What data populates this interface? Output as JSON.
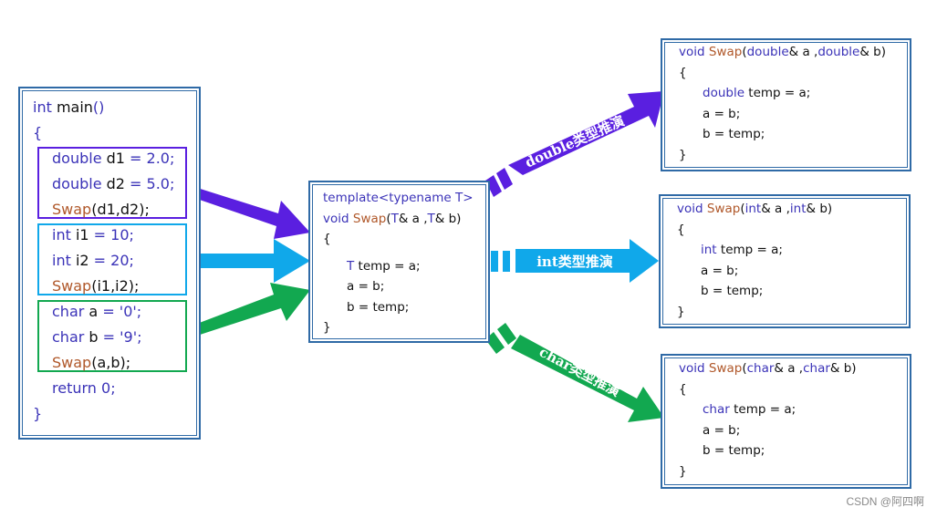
{
  "main_box": {
    "lines": [
      [
        {
          "t": "int",
          "c": "kw"
        },
        {
          "t": " main",
          "c": "tx"
        },
        {
          "t": "()",
          "c": "kw"
        }
      ],
      [
        {
          "t": "{",
          "c": "kw"
        }
      ],
      [
        {
          "t": "double",
          "c": "kw"
        },
        {
          "t": " d1 ",
          "c": "tx"
        },
        {
          "t": "= 2.0;",
          "c": "kw"
        }
      ],
      [
        {
          "t": "double",
          "c": "kw"
        },
        {
          "t": " d2 ",
          "c": "tx"
        },
        {
          "t": "= 5.0;",
          "c": "kw"
        }
      ],
      [
        {
          "t": "Swap",
          "c": "fn"
        },
        {
          "t": "(d1,d2);",
          "c": "tx"
        }
      ],
      [
        {
          "t": "int",
          "c": "kw"
        },
        {
          "t": " i1 ",
          "c": "tx"
        },
        {
          "t": "= 10;",
          "c": "kw"
        }
      ],
      [
        {
          "t": "int",
          "c": "kw"
        },
        {
          "t": " i2 ",
          "c": "tx"
        },
        {
          "t": "= 20;",
          "c": "kw"
        }
      ],
      [
        {
          "t": "Swap",
          "c": "fn"
        },
        {
          "t": "(i1,i2);",
          "c": "tx"
        }
      ],
      [
        {
          "t": "char",
          "c": "kw"
        },
        {
          "t": " a ",
          "c": "tx"
        },
        {
          "t": "= '0';",
          "c": "kw"
        }
      ],
      [
        {
          "t": "char",
          "c": "kw"
        },
        {
          "t": " b ",
          "c": "tx"
        },
        {
          "t": "= '9';",
          "c": "kw"
        }
      ],
      [
        {
          "t": "Swap",
          "c": "fn"
        },
        {
          "t": "(a,b);",
          "c": "tx"
        }
      ],
      [
        {
          "t": "return",
          "c": "kw"
        },
        {
          "t": " 0;",
          "c": "kw"
        }
      ],
      [
        {
          "t": "}",
          "c": "kw"
        }
      ]
    ]
  },
  "template_box": {
    "lines": [
      [
        {
          "t": "template<",
          "c": "kw"
        },
        {
          "t": "typename",
          "c": "kw"
        },
        {
          "t": " T>",
          "c": "kw"
        }
      ],
      [
        {
          "t": "void",
          "c": "kw"
        },
        {
          "t": " ",
          "c": "tx"
        },
        {
          "t": "Swap",
          "c": "fn"
        },
        {
          "t": "(",
          "c": "tx"
        },
        {
          "t": "T",
          "c": "kw"
        },
        {
          "t": "& a ,",
          "c": "tx"
        },
        {
          "t": "T",
          "c": "kw"
        },
        {
          "t": "& b)",
          "c": "tx"
        }
      ],
      [
        {
          "t": "{",
          "c": "tx"
        }
      ],
      [
        {
          "t": "T",
          "c": "kw"
        },
        {
          "t": " temp = a;",
          "c": "tx"
        }
      ],
      [
        {
          "t": "a = b;",
          "c": "tx"
        }
      ],
      [
        {
          "t": "b = temp;",
          "c": "tx"
        }
      ],
      [
        {
          "t": "}",
          "c": "tx"
        }
      ]
    ]
  },
  "double_box": {
    "lines": [
      [
        {
          "t": "void",
          "c": "kw"
        },
        {
          "t": " ",
          "c": "tx"
        },
        {
          "t": "Swap",
          "c": "fn"
        },
        {
          "t": "(",
          "c": "tx"
        },
        {
          "t": "double",
          "c": "kw"
        },
        {
          "t": "& a ,",
          "c": "tx"
        },
        {
          "t": "double",
          "c": "kw"
        },
        {
          "t": "& b)",
          "c": "tx"
        }
      ],
      [
        {
          "t": "{",
          "c": "tx"
        }
      ],
      [
        {
          "t": "double",
          "c": "kw"
        },
        {
          "t": " temp = a;",
          "c": "tx"
        }
      ],
      [
        {
          "t": "a = b;",
          "c": "tx"
        }
      ],
      [
        {
          "t": "b = temp;",
          "c": "tx"
        }
      ],
      [
        {
          "t": "}",
          "c": "tx"
        }
      ]
    ]
  },
  "int_box": {
    "lines": [
      [
        {
          "t": "void",
          "c": "kw"
        },
        {
          "t": " ",
          "c": "tx"
        },
        {
          "t": "Swap",
          "c": "fn"
        },
        {
          "t": "(",
          "c": "tx"
        },
        {
          "t": "int",
          "c": "kw"
        },
        {
          "t": "& a ,",
          "c": "tx"
        },
        {
          "t": "int",
          "c": "kw"
        },
        {
          "t": "& b)",
          "c": "tx"
        }
      ],
      [
        {
          "t": "{",
          "c": "tx"
        }
      ],
      [
        {
          "t": "int",
          "c": "kw"
        },
        {
          "t": " temp = a;",
          "c": "tx"
        }
      ],
      [
        {
          "t": "a = b;",
          "c": "tx"
        }
      ],
      [
        {
          "t": "b = temp;",
          "c": "tx"
        }
      ],
      [
        {
          "t": "}",
          "c": "tx"
        }
      ]
    ]
  },
  "char_box": {
    "lines": [
      [
        {
          "t": "void",
          "c": "kw"
        },
        {
          "t": " ",
          "c": "tx"
        },
        {
          "t": "Swap",
          "c": "fn"
        },
        {
          "t": "(",
          "c": "tx"
        },
        {
          "t": "char",
          "c": "kw"
        },
        {
          "t": "& a ,",
          "c": "tx"
        },
        {
          "t": "char",
          "c": "kw"
        },
        {
          "t": "& b)",
          "c": "tx"
        }
      ],
      [
        {
          "t": "{",
          "c": "tx"
        }
      ],
      [
        {
          "t": "char",
          "c": "kw"
        },
        {
          "t": " temp = a;",
          "c": "tx"
        }
      ],
      [
        {
          "t": "a = b;",
          "c": "tx"
        }
      ],
      [
        {
          "t": "b = temp;",
          "c": "tx"
        }
      ],
      [
        {
          "t": "}",
          "c": "tx"
        }
      ]
    ]
  },
  "labels": {
    "double": "double类型推演",
    "int": "int类型推演",
    "char": "char类型推演"
  },
  "colors": {
    "purple": "#5a1fe0",
    "cyan": "#10a8ea",
    "green": "#12a850",
    "border": "#2f6aa6",
    "keyword": "#3b33b8",
    "function": "#b0582a"
  },
  "watermark": "CSDN @阿四啊"
}
